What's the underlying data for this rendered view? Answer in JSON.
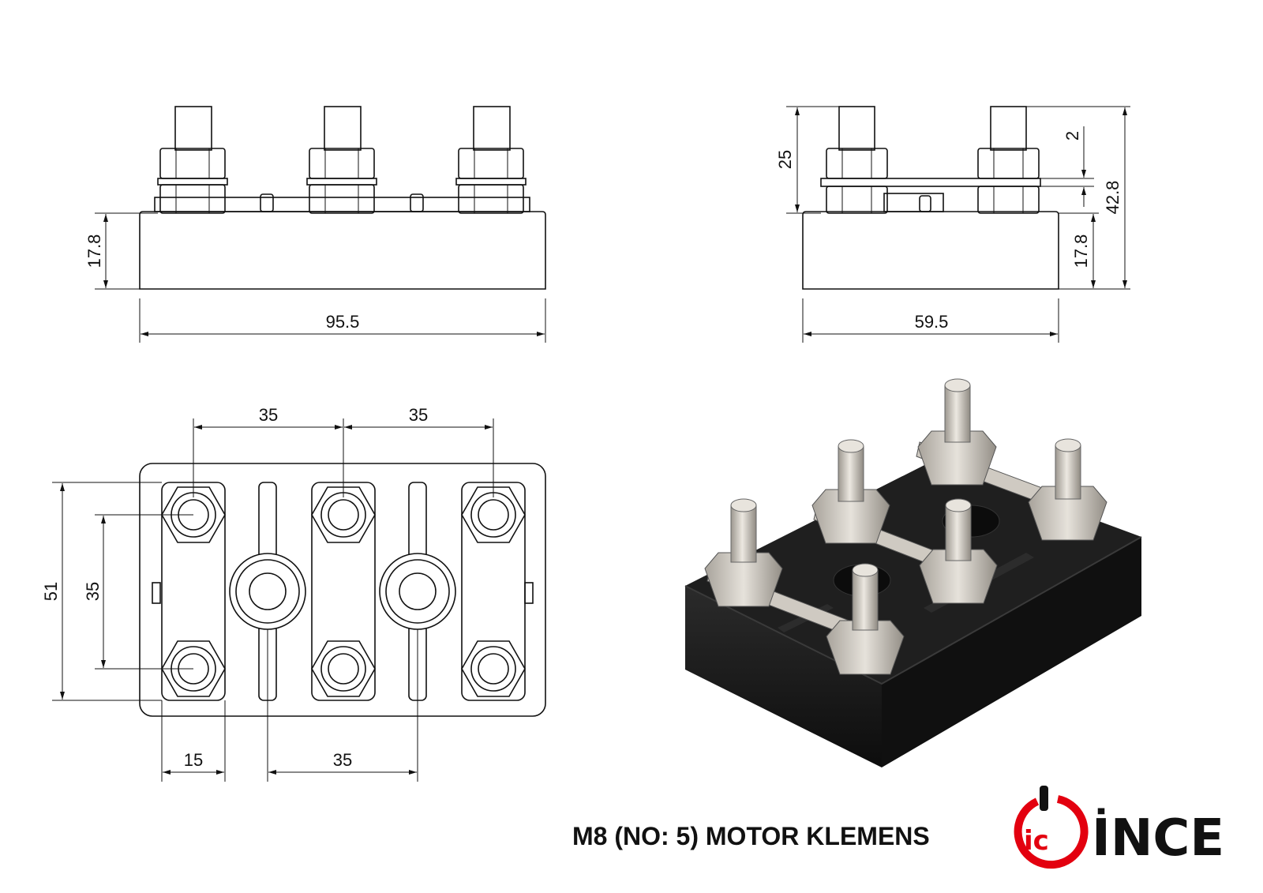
{
  "drawing": {
    "dims": {
      "front_width": "95.5",
      "front_height": "17.8",
      "side_width": "59.5",
      "side_base": "17.8",
      "side_stud": "25",
      "side_plate": "2",
      "side_total": "42.8",
      "top_pitch_1": "35",
      "top_pitch_2": "35",
      "top_depth": "51",
      "top_hole_pitch": "35",
      "top_edge": "15",
      "top_center": "35"
    }
  },
  "footer": {
    "title": "M8 (NO: 5) MOTOR KLEMENS",
    "logo_text": "İNCE",
    "logo_mark": "ic"
  },
  "colors": {
    "logo_red": "#e3000f",
    "base_black": "#1a1a1a",
    "metal": "#cfcac2"
  }
}
